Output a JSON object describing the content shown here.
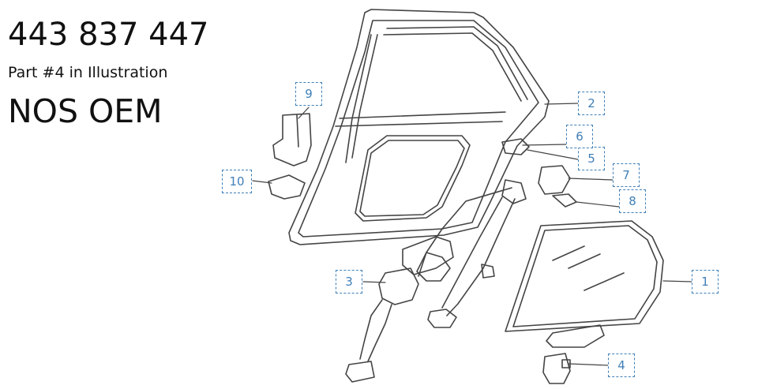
{
  "part_number": "443 837 447",
  "part_note": "Part #4 in Illustration",
  "condition": "NOS OEM",
  "callouts": {
    "c1": "1",
    "c2": "2",
    "c3": "3",
    "c4": "4",
    "c5": "5",
    "c6": "6",
    "c7": "7",
    "c8": "8",
    "c9": "9",
    "c10": "10"
  },
  "colors": {
    "callout": "#3f7fb8",
    "line_art": "#444444"
  }
}
